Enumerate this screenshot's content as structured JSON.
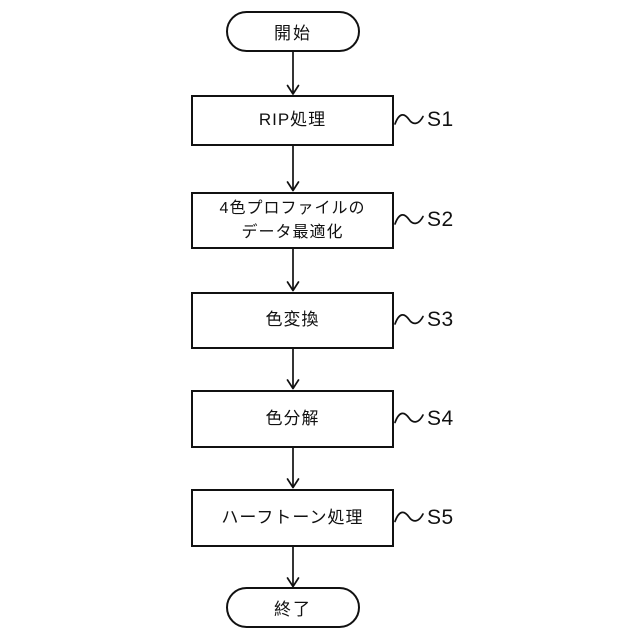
{
  "diagram": {
    "type": "flowchart",
    "start_label": "開始",
    "end_label": "終了",
    "steps": [
      {
        "ref": "S1",
        "label": "RIP処理"
      },
      {
        "ref": "S2",
        "label": "4色プロファイルの\nデータ最適化"
      },
      {
        "ref": "S3",
        "label": "色変換"
      },
      {
        "ref": "S4",
        "label": "色分解"
      },
      {
        "ref": "S5",
        "label": "ハーフトーン処理"
      }
    ],
    "colors": {
      "line": "#111111",
      "background": "#ffffff"
    }
  }
}
